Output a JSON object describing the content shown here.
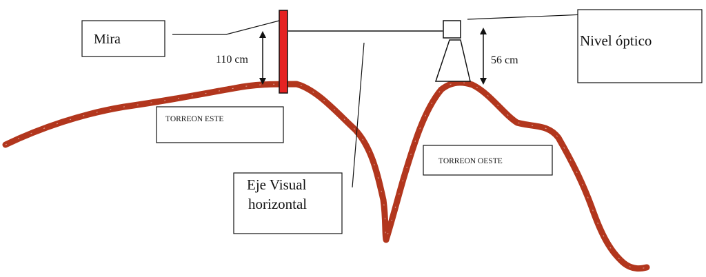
{
  "labels": {
    "mira": "Mira",
    "nivel_optico": "Nivel óptico",
    "dist_left": "110 cm",
    "dist_right": "56 cm",
    "torreon_este": "TORREON ESTE",
    "torreon_oeste": "TORREON OESTE",
    "eje_line1": "Eje Visual",
    "eje_line2": "horizontal"
  },
  "colors": {
    "terrain": "#b2361d",
    "terrain_stroke": "#8f2a15",
    "mira_rod": "#e52222",
    "lines": "#111111"
  }
}
